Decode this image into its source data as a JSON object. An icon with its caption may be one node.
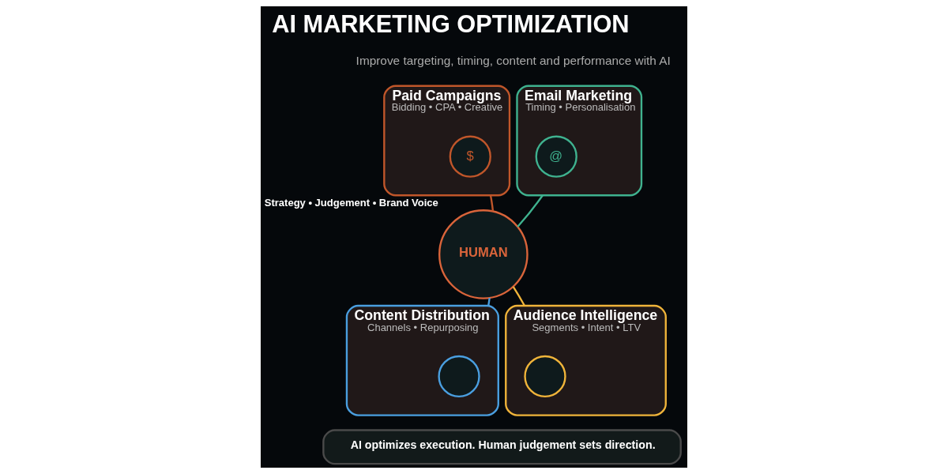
{
  "diagram": {
    "title": "AI MARKETING OPTIMIZATION",
    "nodes": [
      {
        "text": [
          "Paid Campaigns",
          "Bidding • CPA • Creative"
        ]
      },
      {
        "text": [
          "$"
        ],
        "in": 0
      },
      {
        "text": [
          "Email Marketing",
          "Timing • Personalisation"
        ]
      },
      {
        "text": [
          "@"
        ],
        "in": 2
      },
      {
        "text": [
          "HUMAN"
        ],
        "beside": [
          "Strategy • Judgement • Brand Voice"
        ]
      },
      {
        "text": [
          "Content Distribution",
          "Channels • Repurposing"
        ]
      },
      {
        "text": [],
        "shape": "circle",
        "in": 5
      },
      {
        "text": [
          "Audience Intelligence",
          "Segments • Intent • LTV"
        ]
      },
      {
        "text": [],
        "shape": "circle",
        "in": 7
      },
      {
        "text": [
          "AI optimizes execution. Human judgement sets direction."
        ]
      }
    ],
    "edges": [
      {
        "from": 4,
        "to": 0,
        "arrow": "none",
        "color": "#c0562a"
      },
      {
        "from": 4,
        "to": 2,
        "arrow": "none",
        "color": "#3fb28f"
      },
      {
        "from": 4,
        "to": 5,
        "arrow": "none",
        "color": "#4a9fe0"
      },
      {
        "from": 4,
        "to": 7,
        "arrow": "none",
        "color": "#f0b43a"
      }
    ],
    "labels": [
      "Improve targeting, timing, content and performance with AI"
    ]
  }
}
